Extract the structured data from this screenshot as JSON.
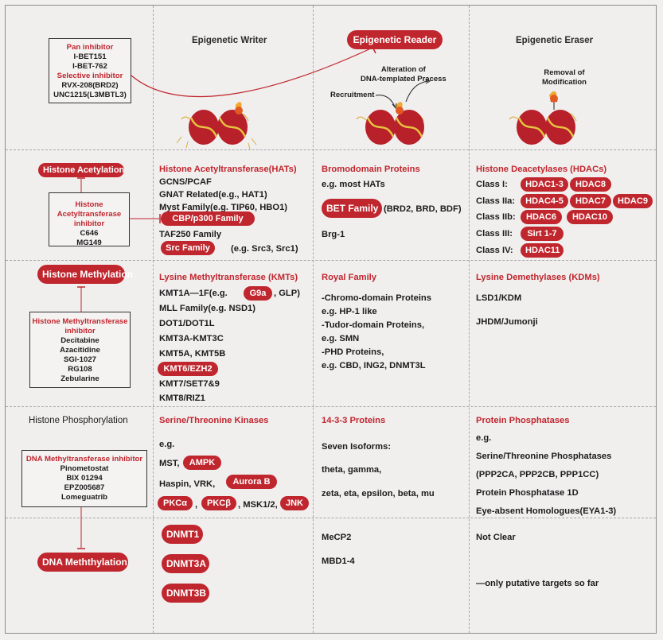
{
  "columns": {
    "writer": "Epigenetic Writer",
    "reader": "Epigenetic Reader",
    "eraser": "Epigenetic Eraser"
  },
  "top_left_box": {
    "pan_title": "Pan inhibitor",
    "pan_items": [
      "I-BET151",
      "I-BET-762"
    ],
    "sel_title": "Selective inhibitor",
    "sel_items": [
      "RVX-208(BRD2)",
      "UNC1215(L3MBTL3)"
    ]
  },
  "illustrations": {
    "recruitment": "Recruitment",
    "alteration": "Alteration of\nDNA-templated Pracess",
    "removal": "Removal of\nModification"
  },
  "row1": {
    "label": "Histone Acetylation",
    "inhibitor_title": "Histone\nAcetyltransferase\ninhibitor",
    "inhibitors": [
      "C646",
      "MG149"
    ],
    "writer_title": "Histone Acetyltransferase(HATs)",
    "writer_lines": [
      "GCNS/PCAF",
      "GNAT Related(e.g., HAT1)",
      "Myst Family(e.g. TIP60, HBO1)"
    ],
    "writer_pill1": "CBP/p300 Family",
    "writer_line4": "TAF250 Family",
    "writer_pill2": "Src Family",
    "writer_pill2_note": "(e.g. Src3, Src1)",
    "reader_title": "Bromodomain Proteins",
    "reader_line1": "e.g. most HATs",
    "reader_pill": "BET Family",
    "reader_pill_note": "(BRD2, BRD, BDF)",
    "reader_line3": "Brg-1",
    "eraser_title": "Histone Deacetylases (HDACs)",
    "class1": "Class I:",
    "class2a": "Class IIa:",
    "class2b": "Class IIb:",
    "class3": "Class III:",
    "class4": "Class IV:",
    "hdac1_3": "HDAC1-3",
    "hdac8": "HDAC8",
    "hdac4_5": "HDAC4-5",
    "hdac7": "HDAC7",
    "hdac9": "HDAC9",
    "hdac6": "HDAC6",
    "hdac10": "HDAC10",
    "sirt": "Sirt 1-7",
    "hdac11": "HDAC11"
  },
  "row2": {
    "label": "Histone Methylation",
    "inhibitor_title": "Histone Methyltransferase\ninhibitor",
    "inhibitors": [
      "Decitabine",
      "Azacitidine",
      "SGI-1027",
      "RG108",
      "Zebularine"
    ],
    "writer_title": "Lysine Methyltransferase (KMTs)",
    "writer_l1_pre": "KMT1A—1F(e.g.",
    "writer_l1_pill": "G9a",
    "writer_l1_post": ", GLP)",
    "writer_lines": [
      "MLL Family(e.g. NSD1)",
      "DOT1/DOT1L",
      "KMT3A-KMT3C",
      "KMT5A, KMT5B"
    ],
    "writer_pill": "KMT6/EZH2",
    "writer_tail": [
      "KMT7/SET7&9",
      "KMT8/RIZ1"
    ],
    "reader_title": "Royal Family",
    "reader_lines": [
      "-Chromo-domain Proteins",
      "e.g. HP-1 like",
      "-Tudor-domain Proteins,",
      "e.g. SMN",
      "-PHD Proteins,",
      "e.g. CBD, ING2, DNMT3L"
    ],
    "eraser_title": "Lysine Demethylases (KDMs)",
    "eraser_lines": [
      "LSD1/KDM",
      "JHDM/Jumonji"
    ]
  },
  "row3": {
    "label": "Histone Phosphorylation",
    "inhibitor_title": "DNA Methyltransferase inhibitor",
    "inhibitors": [
      "Pinometostat",
      "BIX 01294",
      "EPZ005687",
      "Lomeguatrib"
    ],
    "writer_title": "Serine/Threonine Kinases",
    "writer_eg": "e.g.",
    "mst": "MST,",
    "ampk": "AMPK",
    "haspin": "Haspin, VRK,",
    "aurora": "Aurora B",
    "pkca": "PKCα",
    "comma1": ",",
    "pkcb": "PKCβ",
    "msk": ", MSK1/2,",
    "jnk": "JNK",
    "reader_title": "14-3-3 Proteins",
    "reader_lines": [
      "Seven Isoforms:",
      "theta, gamma,",
      "zeta, eta, epsilon, beta, mu"
    ],
    "eraser_title": "Protein Phosphatases",
    "eraser_lines": [
      "e.g.",
      "Serine/Threonine Phosphatases",
      "(PPP2CA, PPP2CB, PPP1CC)",
      "Protein Phosphatase 1D",
      "Eye-absent Homologues(EYA1-3)"
    ]
  },
  "row4": {
    "label": "DNA Meththylation",
    "writer_pills": [
      "DNMT1",
      "DNMT3A",
      "DNMT3B"
    ],
    "reader_lines": [
      "MeCP2",
      "MBD1-4"
    ],
    "eraser_lines": [
      "Not Clear",
      "—only putative targets so far"
    ]
  },
  "colors": {
    "accent": "#c0262d",
    "background": "#f2efef",
    "grid": "#a8a8a8"
  }
}
